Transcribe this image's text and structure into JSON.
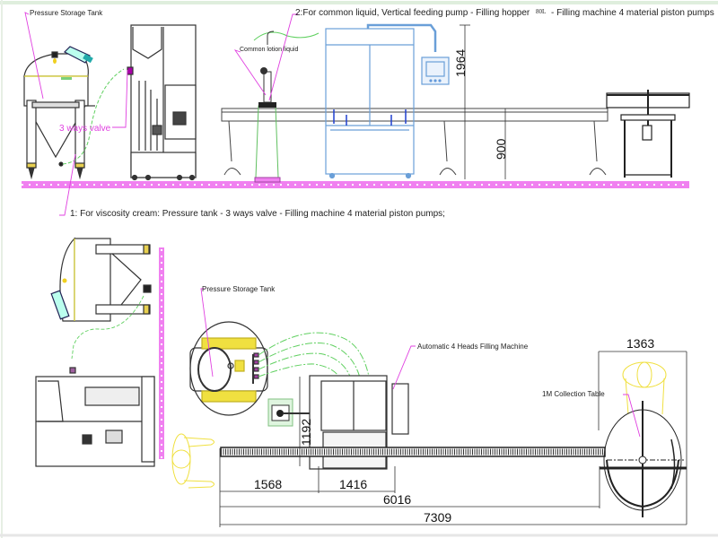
{
  "colors": {
    "floor": "#f080f0",
    "leader": "#e040e0",
    "hose": "#60d060",
    "machine_blue": "#6a9fd8",
    "operator": "#f0e040",
    "line": "#333333"
  },
  "top_view": {
    "labels": {
      "pressure_tank": "Pressure Storage Tank",
      "three_way_valve": "3 ways valve",
      "common_lotion": "Common lotion  liquid",
      "route_2": "2:For common liquid, Vertical feeding pump - Filling hopper",
      "route_2_suffix_mark": "80L",
      "route_2_suffix": "- Filling machine  4 material piston pumps",
      "route_1": "1: For viscosity cream: Pressure tank - 3 ways valve - Filling machine 4 material piston pumps;"
    },
    "dimensions": {
      "height_total": "1964",
      "height_conveyor": "900"
    }
  },
  "plan_view": {
    "labels": {
      "pressure_tank": "Pressure Storage Tank",
      "filling_machine": "Automatic 4  Heads   Filling  Machine",
      "collection_table": "1M Collection Table"
    },
    "dimensions": {
      "table_width": "1363",
      "machine_depth": "1192",
      "tank_offset": "1568",
      "machine_length": "1416",
      "conveyor_length": "6016",
      "total_length": "7309"
    }
  }
}
